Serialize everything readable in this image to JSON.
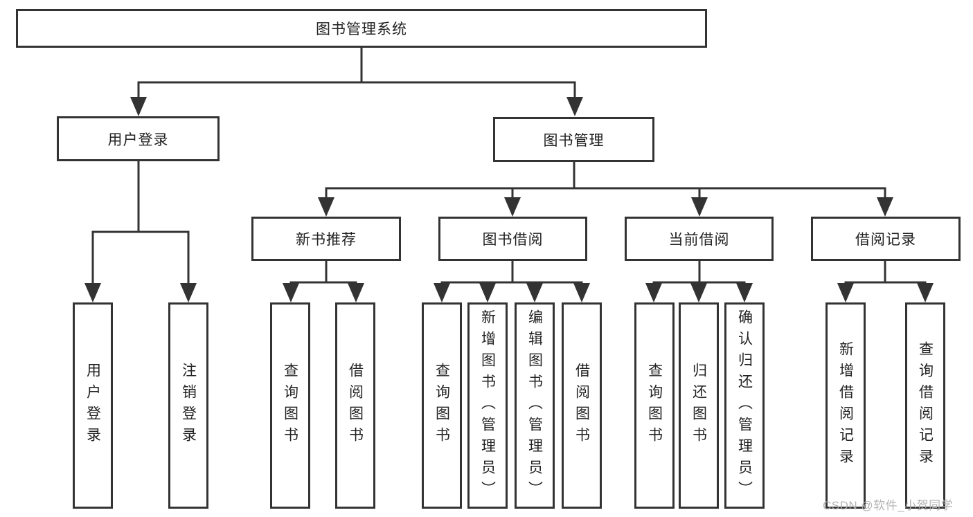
{
  "diagram": {
    "title": "图书管理系统",
    "branches": {
      "login": {
        "label": "用户登录",
        "leaves": {
          "user_login": "用户登录",
          "logout": "注销登录"
        }
      },
      "management": {
        "label": "图书管理",
        "sections": {
          "new_book": {
            "label": "新书推荐",
            "leaves": {
              "query": "查询图书",
              "borrow": "借阅图书"
            }
          },
          "borrowing": {
            "label": "图书借阅",
            "leaves": {
              "query": "查询图书",
              "add": "新增图书（管理员）",
              "edit": "编辑图书（管理员）",
              "borrow": "借阅图书"
            }
          },
          "current": {
            "label": "当前借阅",
            "leaves": {
              "query": "查询图书",
              "return": "归还图书",
              "confirm": "确认归还（管理员）"
            }
          },
          "records": {
            "label": "借阅记录",
            "leaves": {
              "add": "新增借阅记录",
              "query": "查询借阅记录"
            }
          }
        }
      }
    }
  },
  "watermark": "CSDN @软件_小贺同学",
  "colors": {
    "line": "#333333",
    "box_border": "#333333",
    "box_background": "#ffffff",
    "text": "#222222",
    "watermark": "#b0b0b0",
    "background": "#ffffff"
  }
}
